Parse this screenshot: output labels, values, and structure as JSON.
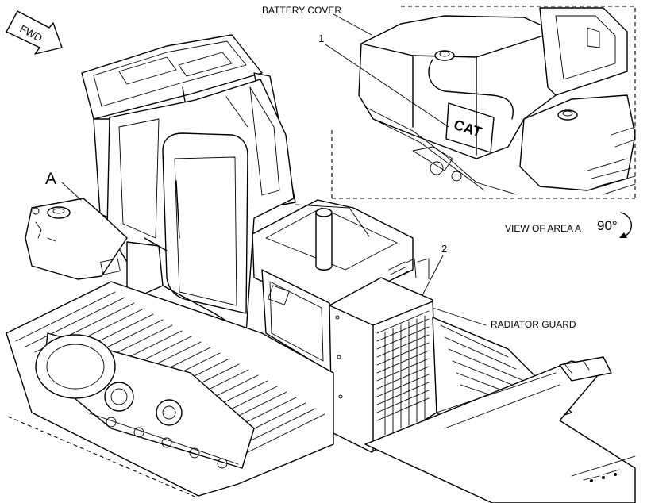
{
  "fwd_arrow": {
    "text": "FWD"
  },
  "area_marker": {
    "text": "A"
  },
  "callouts": [
    {
      "id": "battery",
      "text": "BATTERY COVER"
    },
    {
      "id": "item1",
      "text": "1"
    },
    {
      "id": "item2",
      "text": "2"
    },
    {
      "id": "radiator",
      "text": "RADIATOR GUARD"
    }
  ],
  "detail_view": {
    "title": "VIEW OF AREA A",
    "rotation": "90°",
    "rotation_icon": "rotate-clockwise-icon"
  },
  "decal_text": "CAT"
}
